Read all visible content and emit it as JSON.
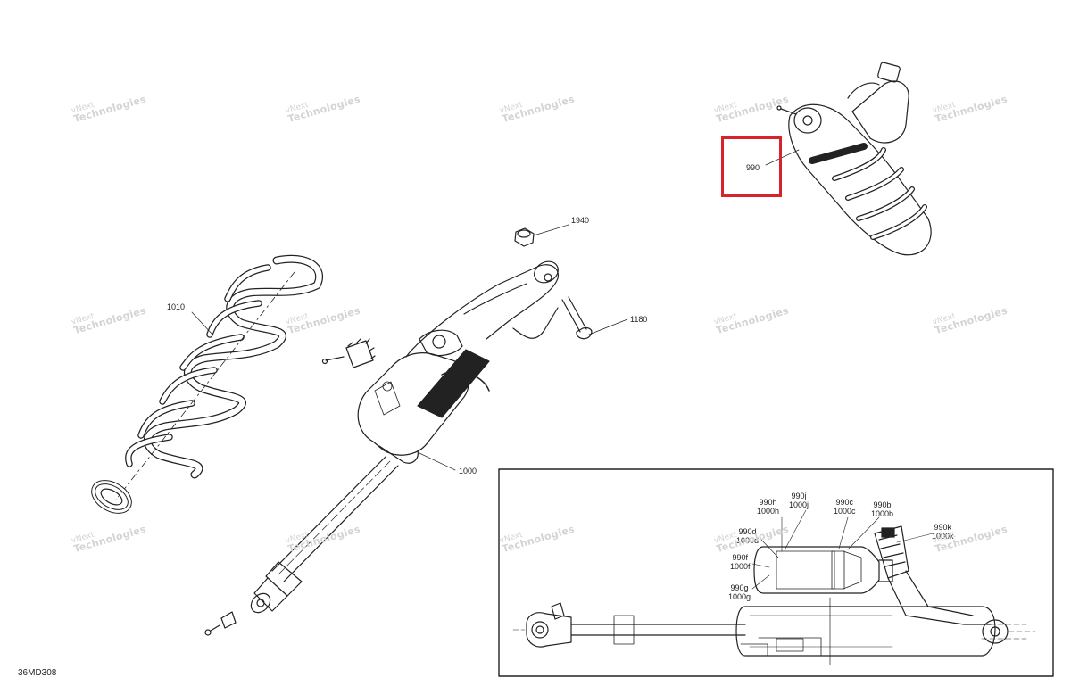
{
  "diagram_code": "36MD308",
  "watermark": {
    "line1": "vNext",
    "line2": "Technologies"
  },
  "highlight_color": "#d9232a",
  "callouts": {
    "p1940": "1940",
    "p1010": "1010",
    "p1180": "1180",
    "p1000": "1000",
    "p990": "990",
    "p990h": "990h",
    "p1000h": "1000h",
    "p990j": "990j",
    "p1000j": "1000j",
    "p990c": "990c",
    "p1000c": "1000c",
    "p990b": "990b",
    "p1000b": "1000b",
    "p990k": "990k",
    "p1000k": "1000k",
    "p990d": "990d",
    "p1000d": "1000d",
    "p990f": "990f",
    "p1000f": "1000f",
    "p990g": "990g",
    "p1000g": "1000g"
  }
}
